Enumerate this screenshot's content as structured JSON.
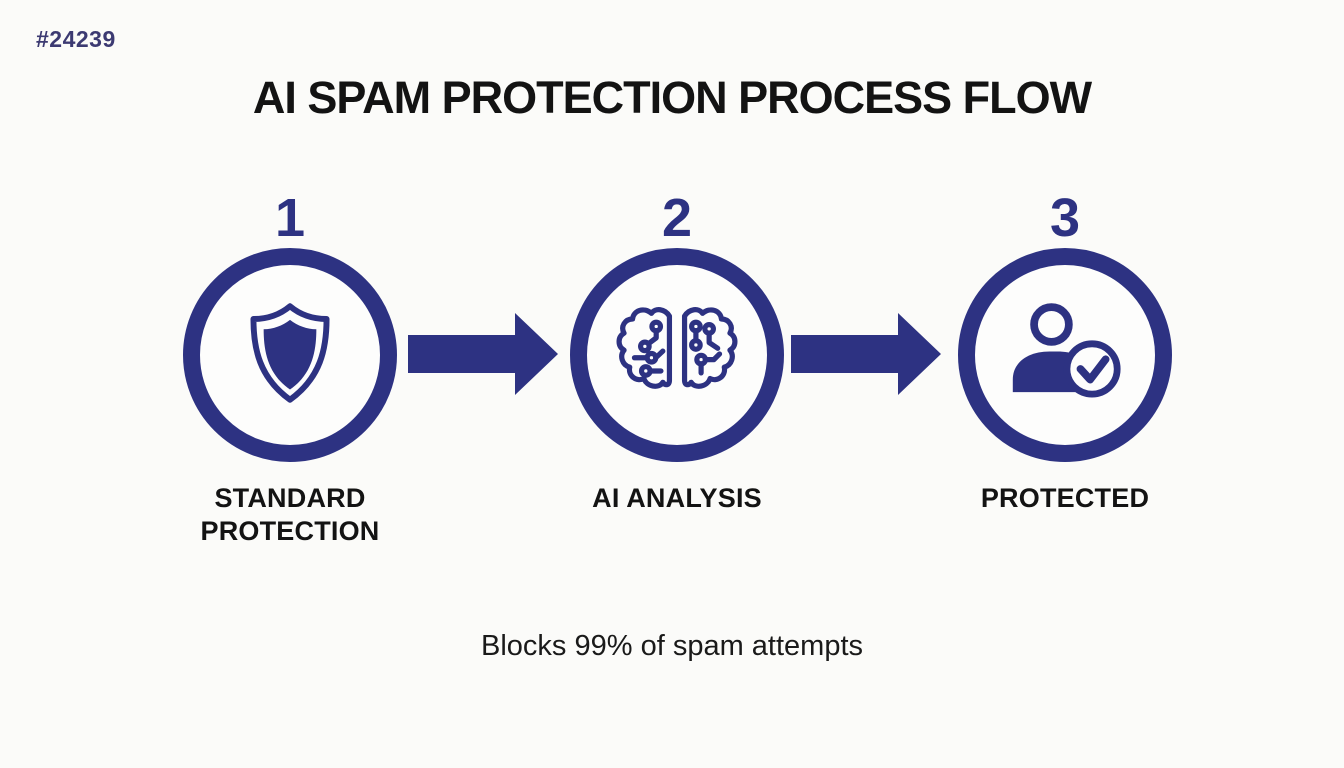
{
  "badge": {
    "label": "#24239"
  },
  "header": {
    "title": "AI SPAM PROTECTION PROCESS FLOW"
  },
  "steps": [
    {
      "number": "1",
      "label": "STANDARD PROTECTION",
      "icon": "shield-icon"
    },
    {
      "number": "2",
      "label": "AI ANALYSIS",
      "icon": "brain-circuit-icon"
    },
    {
      "number": "3",
      "label": "PROTECTED",
      "icon": "user-check-icon"
    }
  ],
  "footer": {
    "caption": "Blocks 99% of spam attempts"
  },
  "colors": {
    "primary": "#2d3282",
    "badge_text": "#3c3a72",
    "title_text": "#131313",
    "background": "#fbfbf9"
  }
}
